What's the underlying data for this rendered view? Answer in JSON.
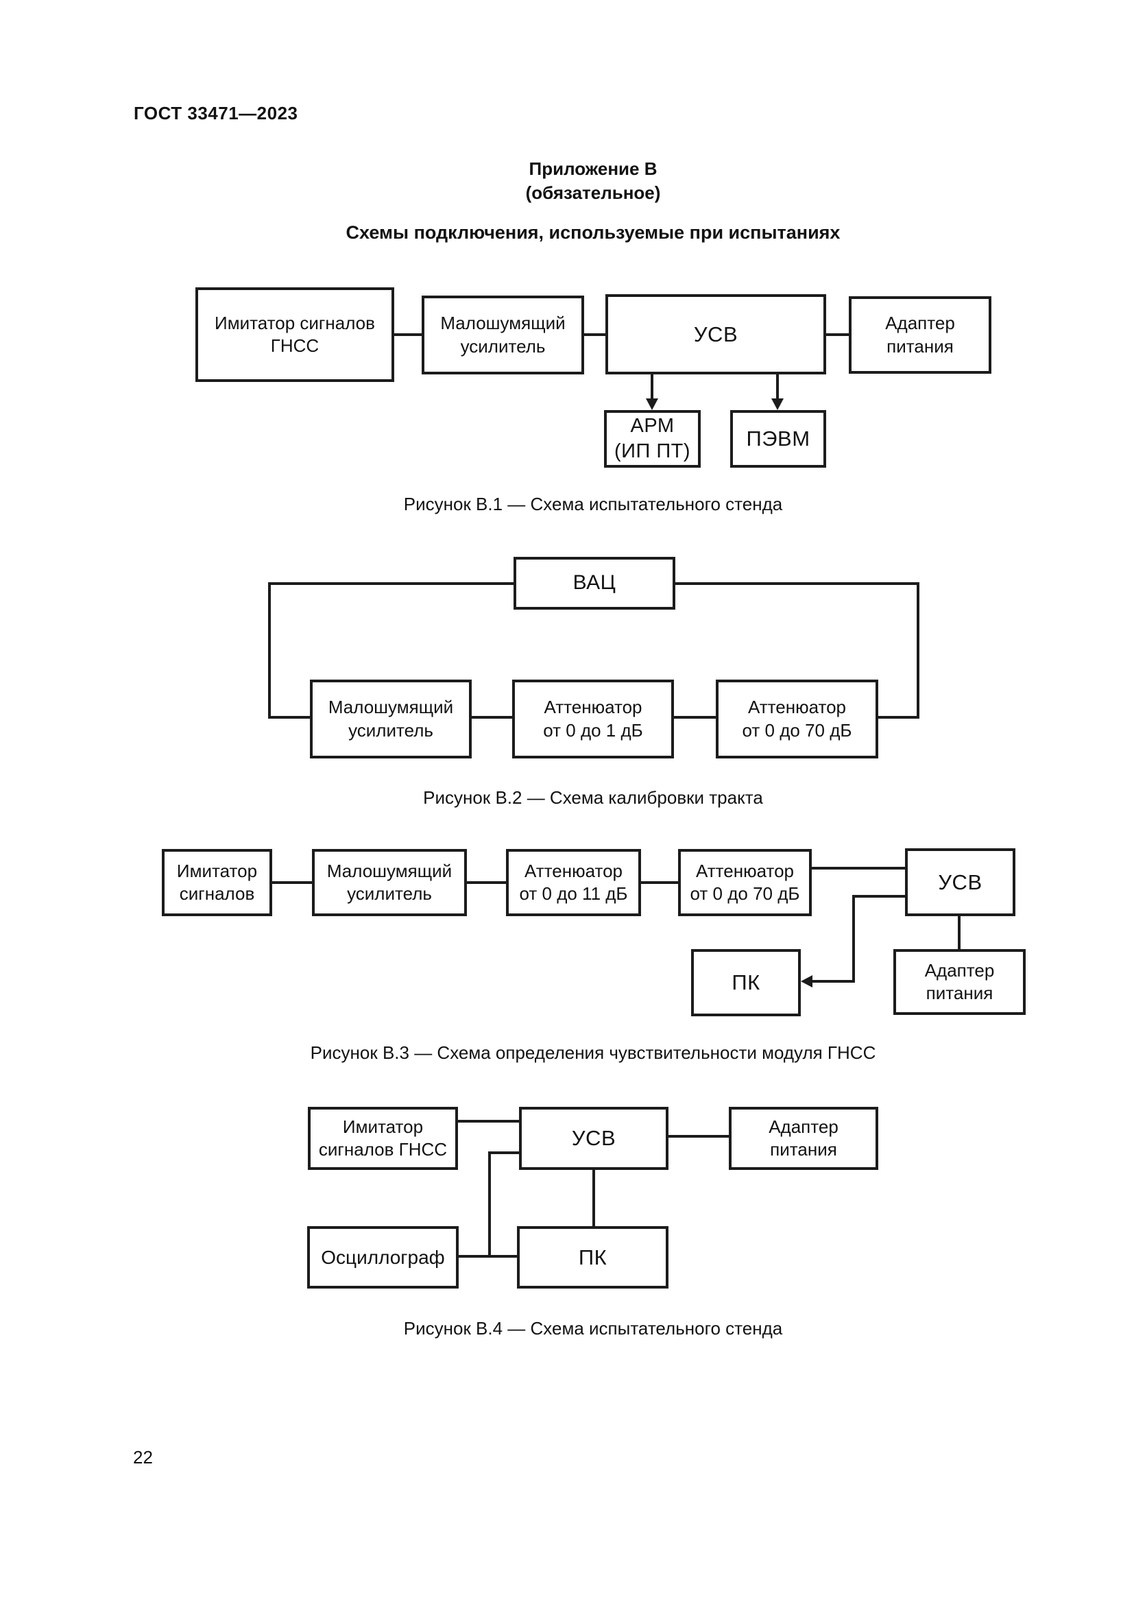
{
  "page": {
    "header": "ГОСТ 33471—2023",
    "appendix_title": "Приложение В",
    "appendix_subtitle": "(обязательное)",
    "section_title": "Схемы подключения, используемые при испытаниях",
    "page_number": "22"
  },
  "fig1": {
    "caption": "Рисунок В.1 — Схема испытательного стенда",
    "imitator": [
      "Имитатор сигналов",
      "ГНСС"
    ],
    "lna": [
      "Малошумящий",
      "усилитель"
    ],
    "usv": [
      "УСВ"
    ],
    "adapter": [
      "Адаптер",
      "питания"
    ],
    "arm": [
      "АРМ",
      "(ИП ПТ)"
    ],
    "pevm": [
      "ПЭВМ"
    ]
  },
  "fig2": {
    "caption": "Рисунок В.2 — Схема калибровки тракта",
    "vac": [
      "ВАЦ"
    ],
    "lna": [
      "Малошумящий",
      "усилитель"
    ],
    "att1": [
      "Аттенюатор",
      "от 0 до 1 дБ"
    ],
    "att70": [
      "Аттенюатор",
      "от 0 до 70 дБ"
    ]
  },
  "fig3": {
    "caption": "Рисунок В.3 — Схема определения чувствительности модуля ГНСС",
    "imitator": [
      "Имитатор",
      "сигналов"
    ],
    "lna": [
      "Малошумящий",
      "усилитель"
    ],
    "att11": [
      "Аттенюатор",
      "от 0 до 11 дБ"
    ],
    "att70": [
      "Аттенюатор",
      "от 0 до 70 дБ"
    ],
    "usv": [
      "УСВ"
    ],
    "pk": [
      "ПК"
    ],
    "adapter": [
      "Адаптер",
      "питания"
    ]
  },
  "fig4": {
    "caption": "Рисунок В.4 — Схема испытательного стенда",
    "imitator": [
      "Имитатор",
      "сигналов ГНСС"
    ],
    "usv": [
      "УСВ"
    ],
    "adapter": [
      "Адаптер",
      "питания"
    ],
    "oscilloscope": [
      "Осциллограф"
    ],
    "pk": [
      "ПК"
    ]
  }
}
